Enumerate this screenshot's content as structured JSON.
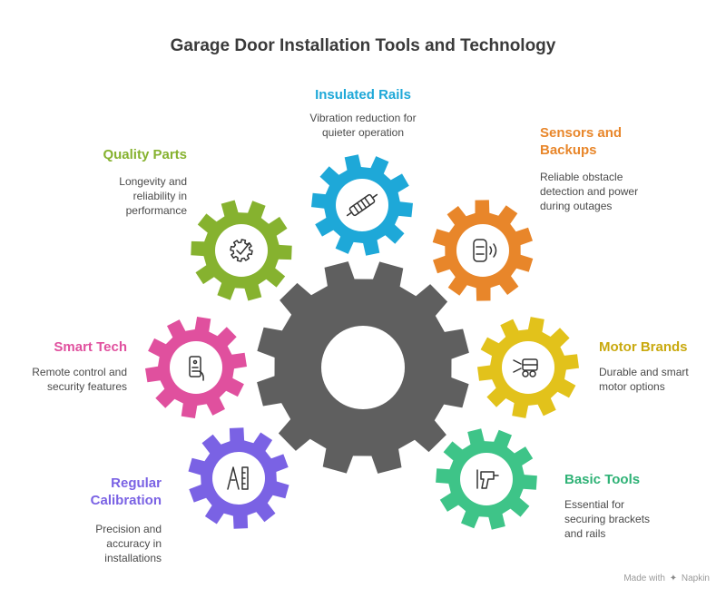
{
  "title": "Garage Door Installation Tools and Technology",
  "center_gear_color": "#5f5f5f",
  "items": [
    {
      "id": "insulated-rails",
      "title": "Insulated Rails",
      "description": "Vibration reduction for quieter operation",
      "color": "#1ea8d8",
      "icon": "rail-icon"
    },
    {
      "id": "sensors-backups",
      "title": "Sensors and Backups",
      "description": "Reliable obstacle detection and power during outages",
      "color": "#e8862a",
      "icon": "sensor-icon"
    },
    {
      "id": "motor-brands",
      "title": "Motor Brands",
      "description": "Durable and smart motor options",
      "color": "#e2c21b",
      "icon": "motor-icon"
    },
    {
      "id": "basic-tools",
      "title": "Basic Tools",
      "description": "Essential for securing brackets and rails",
      "color": "#3ec488",
      "icon": "drill-icon"
    },
    {
      "id": "regular-calibration",
      "title": "Regular Calibration",
      "description": "Precision and accuracy in installations",
      "color": "#7a62e4",
      "icon": "calipers-icon"
    },
    {
      "id": "smart-tech",
      "title": "Smart Tech",
      "description": "Remote control and security features",
      "color": "#e0509e",
      "icon": "remote-icon"
    },
    {
      "id": "quality-parts",
      "title": "Quality Parts",
      "description": "Longevity and reliability in performance",
      "color": "#86b22f",
      "icon": "gear-check-icon"
    }
  ],
  "footer": {
    "made_with": "Made with",
    "brand": "Napkin"
  }
}
